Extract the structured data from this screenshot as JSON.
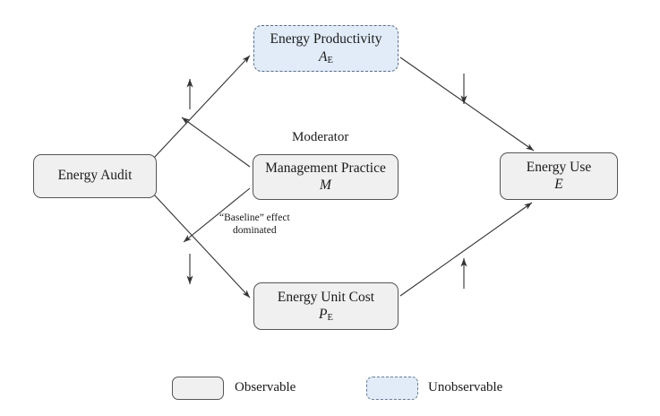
{
  "figure": {
    "type": "causal-path-diagram",
    "background_color": "#ffffff",
    "observable_fill": "#f0f0f0",
    "observable_border": "#555555",
    "unobservable_fill": "#e1ecf8",
    "unobservable_border": "#5b6d85",
    "edge_color": "#333333"
  },
  "nodes": {
    "energy_audit": {
      "title": "Energy Audit",
      "symbol": "",
      "symbol_sub": "",
      "kind": "observable"
    },
    "energy_productivity": {
      "title": "Energy Productivity",
      "symbol": "A",
      "symbol_sub": "E",
      "kind": "unobservable"
    },
    "management_practice": {
      "title": "Management Practice",
      "symbol": "M",
      "symbol_sub": "",
      "kind": "observable"
    },
    "energy_unit_cost": {
      "title": "Energy Unit Cost",
      "symbol": "P",
      "symbol_sub": "E",
      "kind": "observable"
    },
    "energy_use": {
      "title": "Energy Use",
      "symbol": "E",
      "symbol_sub": "",
      "kind": "observable"
    }
  },
  "labels": {
    "moderator": "Moderator",
    "baseline_effect_line1": "“Baseline” effect",
    "baseline_effect_line2": "dominated"
  },
  "sign_markers": [
    {
      "name": "audit-to-productivity-up",
      "glyph": "↑",
      "direction": "up"
    },
    {
      "name": "productivity-to-use-down",
      "glyph": "↓",
      "direction": "down"
    },
    {
      "name": "audit-to-unit-cost-down",
      "glyph": "↓",
      "direction": "down"
    },
    {
      "name": "unit-cost-to-use-up",
      "glyph": "↑",
      "direction": "up"
    }
  ],
  "legend": {
    "items": [
      {
        "label": "Observable",
        "kind": "observable"
      },
      {
        "label": "Unobservable",
        "kind": "unobservable"
      }
    ]
  }
}
